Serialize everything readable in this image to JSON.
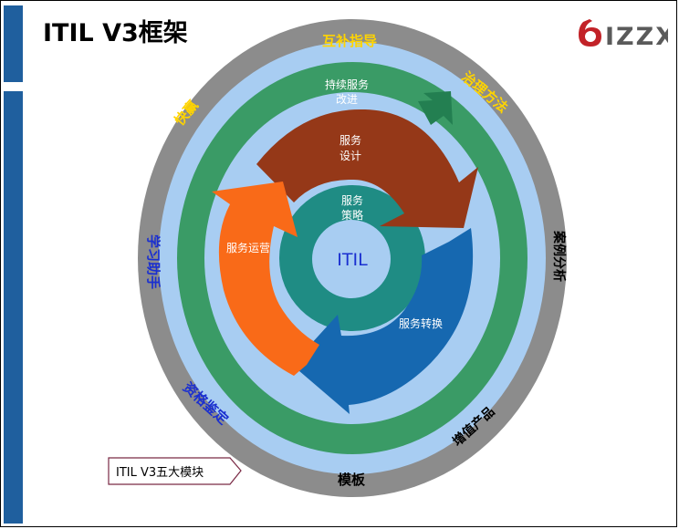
{
  "title": "ITIL V3框架",
  "logo": {
    "text": "IZZX"
  },
  "core": {
    "label": "ITIL"
  },
  "stages": {
    "strategy": [
      "服务",
      "策略"
    ],
    "design": [
      "服务",
      "设计"
    ],
    "transition": "服务转换",
    "operation": "服务运营",
    "csi": [
      "持续服务",
      "改进"
    ]
  },
  "outer_ring": {
    "top": "互补指导",
    "top_right": "治理方法",
    "right": "案例分析",
    "bottom_right": "增值产品",
    "bottom": "模板",
    "bottom_left": "资格鉴定",
    "left": "学习助手",
    "top_left": "快赢"
  },
  "callout": {
    "label": "ITIL V3五大模块"
  },
  "colors": {
    "outer_ring": "#8c8c8c",
    "light_ring": "#a8cdf2",
    "csi_ring": "#3a9b66",
    "strategy_ring": "#1f8c84",
    "core": "#a8cdf2",
    "design": "#953818",
    "transition": "#1668b0",
    "operation": "#f96a18",
    "csi_arrow": "#3a9b66",
    "sidebar": "#1f5f9e",
    "gold_text": "#ffd400",
    "blue_text": "#1a2fd0"
  }
}
